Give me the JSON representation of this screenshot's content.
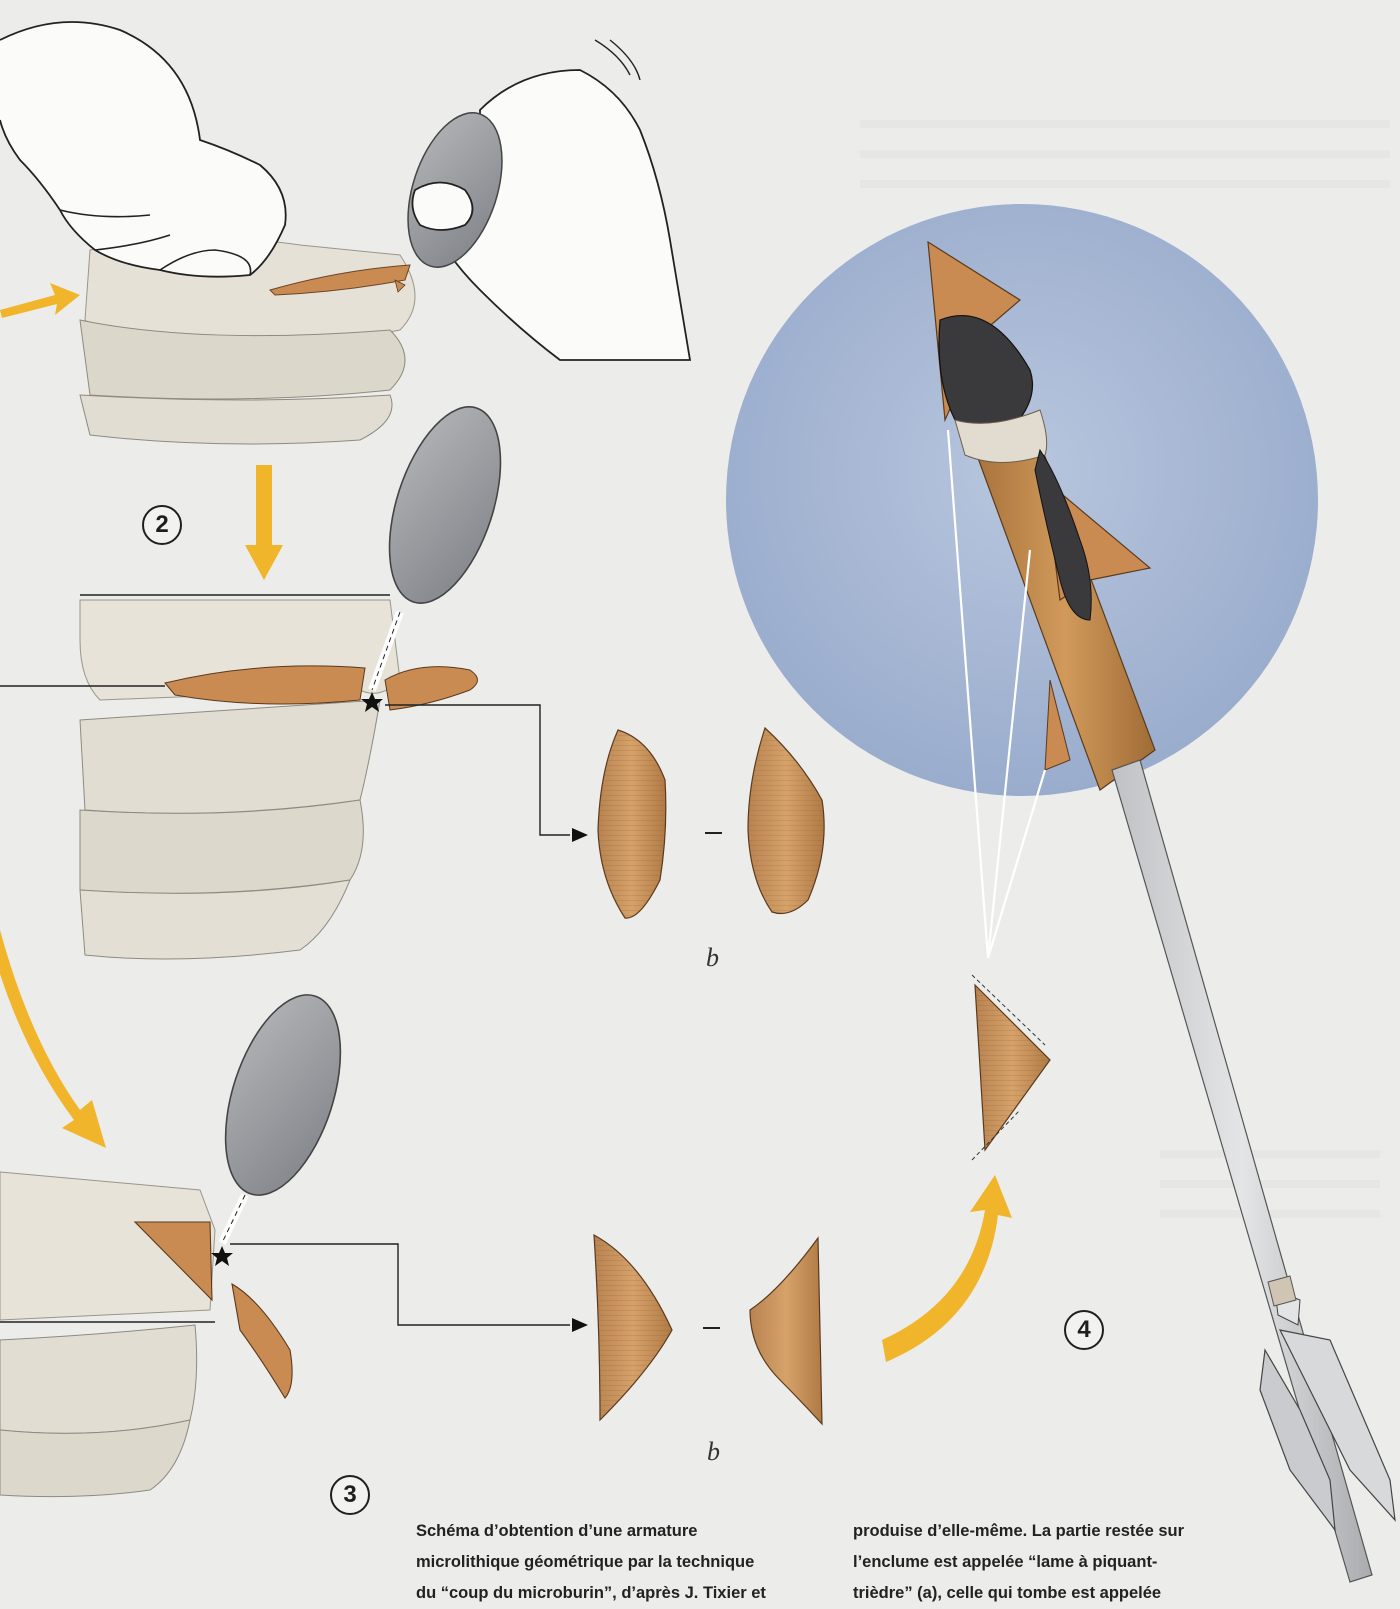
{
  "steps": {
    "step2": "2",
    "step3": "3",
    "step4": "4"
  },
  "fragment_labels": {
    "top": "b",
    "bottom": "b"
  },
  "caption": {
    "left_lines": [
      "Schéma d’obtention d’une armature",
      "microlithique géométrique par la technique",
      "du “coup du microburin”, d’après J. Tixier et"
    ],
    "right_lines": [
      "produise d’elle-même. La partie restée sur",
      "l’enclume est appelée “lame à piquant-",
      "trièdre” (a), celle qui tombe est appelée"
    ]
  },
  "colors": {
    "arrow_yellow": "#f0b52a",
    "flint_tan": "#c9935c",
    "hammerstone_grey": "#9a9c9f",
    "circle_blue": "#a9b8d3",
    "shaft_wood": "#c08a4a",
    "outline": "#2b2b2b"
  }
}
